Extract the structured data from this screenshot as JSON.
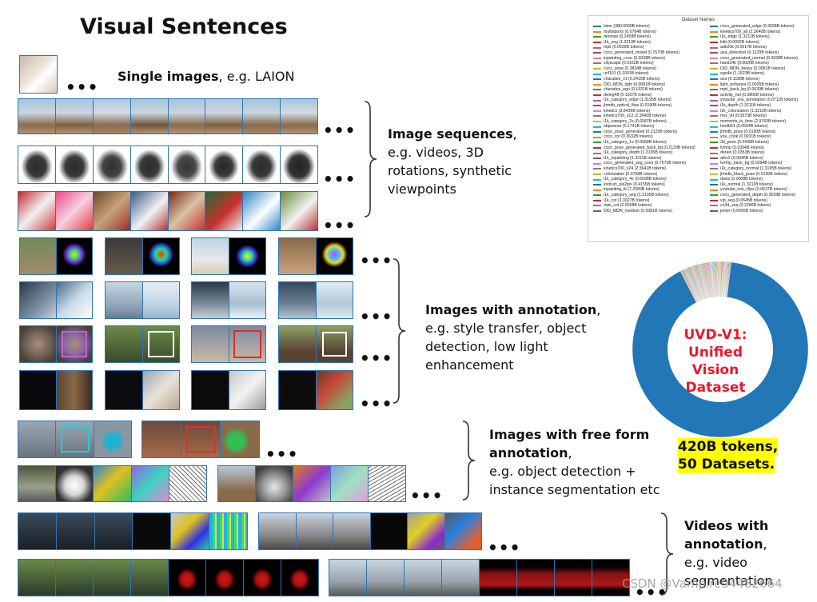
{
  "title": "Visual Sentences",
  "captions": {
    "single": {
      "bold": "Single images",
      "rest": ", e.g. LAION"
    },
    "sequences": {
      "bold": "Image sequences",
      "rest": ",",
      "lines": [
        "e.g. videos, 3D",
        "rotations, synthetic",
        "viewpoints"
      ]
    },
    "annotation": {
      "bold": "Images with annotation",
      "rest": ",",
      "lines": [
        "e.g. style transfer, object",
        "detection, low light",
        "enhancement"
      ]
    },
    "freeform": {
      "bold1": "Images with free form",
      "bold2": "annotation",
      "rest": ",",
      "lines": [
        "e.g. object detection +",
        "instance segmentation etc"
      ]
    },
    "videos": {
      "bold1": "Videos with",
      "bold2": "annotation",
      "rest": ",",
      "lines": [
        "e.g. video",
        "segmentation"
      ]
    }
  },
  "dots": "•••",
  "legend": {
    "title": "Dataset Names",
    "left": [
      {
        "name": "laion (380.0000B tokens)",
        "color": "#1f77b4"
      },
      {
        "name": "multisports (0.0784B tokens)",
        "color": "#ff7f0e"
      },
      {
        "name": "denoise (0.2458B tokens)",
        "color": "#2ca02c"
      },
      {
        "name": "i1k_seg (1.3213B tokens)",
        "color": "#d62728"
      },
      {
        "name": "mpii (0.0639B tokens)",
        "color": "#9467bd"
      },
      {
        "name": "coco_generated_mixed (0.7570B tokens)",
        "color": "#8c564b"
      },
      {
        "name": "inpainting_coco (0.3028B tokens)",
        "color": "#e377c2"
      },
      {
        "name": "cityscape (0.0152B tokens)",
        "color": "#7f7f7f"
      },
      {
        "name": "coco_pose (0.3834B tokens)",
        "color": "#bcbd22"
      },
      {
        "name": "ucf101 (0.1091B tokens)",
        "color": "#17becf"
      },
      {
        "name": "charades_v1 (0.2415B tokens)",
        "color": "#1f77b4"
      },
      {
        "name": "DID_MDN_light (0.0081B tokens)",
        "color": "#ff7f0e"
      },
      {
        "name": "charades_ego (0.1931B tokens)",
        "color": "#2ca02c"
      },
      {
        "name": "diving48 (0.1507B tokens)",
        "color": "#d62728"
      },
      {
        "name": "i1k_category_edge (1.3195B tokens)",
        "color": "#9467bd"
      },
      {
        "name": "jhmdb_optical_flow (0.0190B tokens)",
        "color": "#8c564b"
      },
      {
        "name": "kinetics (3.8436B tokens)",
        "color": "#e377c2"
      },
      {
        "name": "kinetics700_s12 (2.3640B tokens)",
        "color": "#7f7f7f"
      },
      {
        "name": "i1k_category_2s (0.6587B tokens)",
        "color": "#bcbd22"
      },
      {
        "name": "objaverse (0.1741B tokens)",
        "color": "#17becf"
      },
      {
        "name": "coco_pose_generated (0.2129B tokens)",
        "color": "#1f77b4"
      },
      {
        "name": "coco_cot (0.3632B tokens)",
        "color": "#ff7f0e"
      },
      {
        "name": "i1k_category_1s (0.6568B tokens)",
        "color": "#2ca02c"
      },
      {
        "name": "coco_pose_generated_back_bg (0.2129B tokens)",
        "color": "#d62728"
      },
      {
        "name": "i1k_category_depth (1.3195B tokens)",
        "color": "#9467bd"
      },
      {
        "name": "i1k_inpainting (1.3211B tokens)",
        "color": "#8c564b"
      },
      {
        "name": "coco_generated_seg_coco (0.7570B tokens)",
        "color": "#e377c2"
      },
      {
        "name": "kinetics700_s24 (2.3641B tokens)",
        "color": "#7f7f7f"
      },
      {
        "name": "colorization (0.0768B tokens)",
        "color": "#bcbd22"
      },
      {
        "name": "i1k_category_4s (0.6598B tokens)",
        "color": "#17becf"
      },
      {
        "name": "instruct_pix2pix (0.4155B tokens)",
        "color": "#1f77b4"
      },
      {
        "name": "inpainting_ik (7.2689B tokens)",
        "color": "#ff7f0e"
      },
      {
        "name": "i1k_category_seg (1.3195B tokens)",
        "color": "#2ca02c"
      },
      {
        "name": "i1k_cot (3.3027B tokens)",
        "color": "#d62728"
      },
      {
        "name": "mpii_cot (0.0508B tokens)",
        "color": "#9467bd"
      },
      {
        "name": "DID_MDN_medium (0.0081B tokens)",
        "color": "#8c564b"
      }
    ],
    "right": [
      {
        "name": "coco_generated_edge (0.3028B tokens)",
        "color": "#1f77b4"
      },
      {
        "name": "kinetics700_s8 (2.3640B tokens)",
        "color": "#ff7f0e"
      },
      {
        "name": "i1k_edge (1.3211B tokens)",
        "color": "#2ca02c"
      },
      {
        "name": "kitti (0.0092B tokens)",
        "color": "#d62728"
      },
      {
        "name": "ade20k (0.0517B tokens)",
        "color": "#9467bd"
      },
      {
        "name": "ava_detection (0.1229B tokens)",
        "color": "#8c564b"
      },
      {
        "name": "coco_generated_normal (0.3028B tokens)",
        "color": "#e377c2"
      },
      {
        "name": "hand14k (0.0020B tokens)",
        "color": "#7f7f7f"
      },
      {
        "name": "DID_MDN_heavy (0.0081B tokens)",
        "color": "#bcbd22"
      },
      {
        "name": "ego4d (1.1523B tokens)",
        "color": "#17becf"
      },
      {
        "name": "ava (0.1180B tokens)",
        "color": "#1f77b4"
      },
      {
        "name": "light_enhance (0.0005B tokens)",
        "color": "#ff7f0e"
      },
      {
        "name": "mpii_back_bg (0.0639B tokens)",
        "color": "#2ca02c"
      },
      {
        "name": "activity_net (0.3806B tokens)",
        "color": "#d62728"
      },
      {
        "name": "youtube_vos_annotation (0.0711B tokens)",
        "color": "#9467bd"
      },
      {
        "name": "i1k_depth (1.3211B tokens)",
        "color": "#8c564b"
      },
      {
        "name": "i1k_colorization (1.3211B tokens)",
        "color": "#e377c2"
      },
      {
        "name": "msr_vtt (0.0573B tokens)",
        "color": "#7f7f7f"
      },
      {
        "name": "moments_in_time (2.9760B tokens)",
        "color": "#bcbd22"
      },
      {
        "name": "hmdb51 (0.0554B tokens)",
        "color": "#17becf"
      },
      {
        "name": "jhmdb_pose (0.0190B tokens)",
        "color": "#1f77b4"
      },
      {
        "name": "you_cook (0.0031B tokens)",
        "color": "#ff7f0e"
      },
      {
        "name": "3d_pose (0.0438B tokens)",
        "color": "#2ca02c"
      },
      {
        "name": "lvmhp (0.0394B tokens)",
        "color": "#d62728"
      },
      {
        "name": "derain (0.0353B tokens)",
        "color": "#9467bd"
      },
      {
        "name": "athv2 (0.9046B tokens)",
        "color": "#8c564b"
      },
      {
        "name": "lvmhp_back_bg (0.0394B tokens)",
        "color": "#e377c2"
      },
      {
        "name": "i1k_category_normal (1.3195B tokens)",
        "color": "#7f7f7f"
      },
      {
        "name": "jhmdb_black_pose (0.0190B tokens)",
        "color": "#bcbd22"
      },
      {
        "name": "davis (0.0008B tokens)",
        "color": "#17becf"
      },
      {
        "name": "i1k_normal (1.3211B tokens)",
        "color": "#1f77b4"
      },
      {
        "name": "youtube_vos_clips (0.0637B tokens)",
        "color": "#ff7f0e"
      },
      {
        "name": "coco_generated_depth (0.3028B tokens)",
        "color": "#2ca02c"
      },
      {
        "name": "vip_seg (0.0645B tokens)",
        "color": "#d62728"
      },
      {
        "name": "co3d_seq (0.2286B tokens)",
        "color": "#9467bd"
      },
      {
        "name": "jester (0.6065B tokens)",
        "color": "#8c564b"
      }
    ]
  },
  "donut": {
    "label_lines": [
      "UVD-V1:",
      "Unified Vision",
      "Dataset"
    ],
    "major_color": "#2277b6",
    "label_color": "#e8192c",
    "major_fraction": 0.905
  },
  "stats": [
    "420B tokens,",
    "50 Datasets."
  ],
  "highlight_color": "#ffff00",
  "frame_border_color": "#2e75b6",
  "watermark": "CSDN @Vampire94482664"
}
